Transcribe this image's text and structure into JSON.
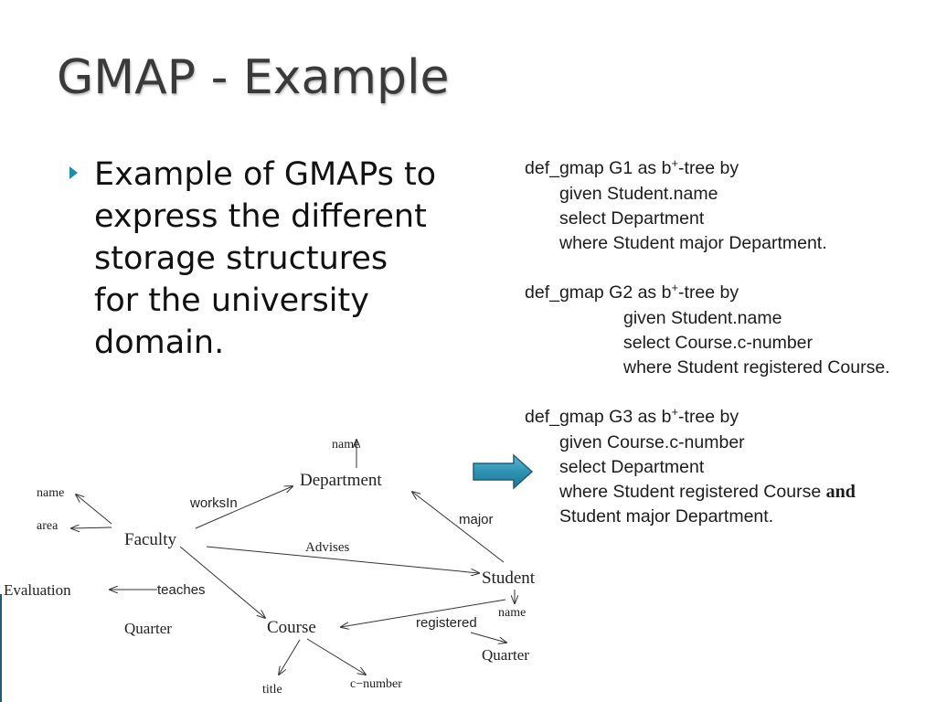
{
  "slide": {
    "title": "GMAP - Example",
    "bullet": [
      "Example of GMAPs to",
      "express the different",
      "storage structures",
      "for the university",
      "domain."
    ]
  },
  "gmaps": [
    {
      "head": "def_gmap G1 as b",
      "sup": "+",
      "tail": "-tree by",
      "lines": [
        "given Student.name",
        "select Department",
        "where Student major Department."
      ]
    },
    {
      "head": "def_gmap G2 as b",
      "sup": "+",
      "tail": "-tree by",
      "lines": [
        "given Student.name",
        "select Course.c-number",
        "where Student registered Course."
      ]
    },
    {
      "head": "def_gmap G3 as b",
      "sup": "+",
      "tail": "-tree by",
      "lines": [
        "given Course.c-number",
        "select Department"
      ],
      "where_line": "where Student registered Course ",
      "and_word": "and",
      "last_line": "Student major Department."
    }
  ],
  "diagram": {
    "nodes": {
      "department": "Department",
      "faculty": "Faculty",
      "student": "Student",
      "course": "Course",
      "evaluation": "Evaluation",
      "dept_name": "name",
      "fac_name": "name",
      "fac_area": "area",
      "eval_quarter": "Quarter",
      "stu_name": "name",
      "reg_quarter": "Quarter",
      "course_title": "title",
      "course_cnumber": "c−number"
    },
    "edges": {
      "worksin": "worksIn",
      "advises": "Advises",
      "major": "major",
      "teaches": "teaches",
      "registered": "registered"
    }
  },
  "colors": {
    "arrow_fill": "#2e93b3",
    "arrow_stroke": "#1f5f78",
    "bullet": "#1e8fa8"
  }
}
